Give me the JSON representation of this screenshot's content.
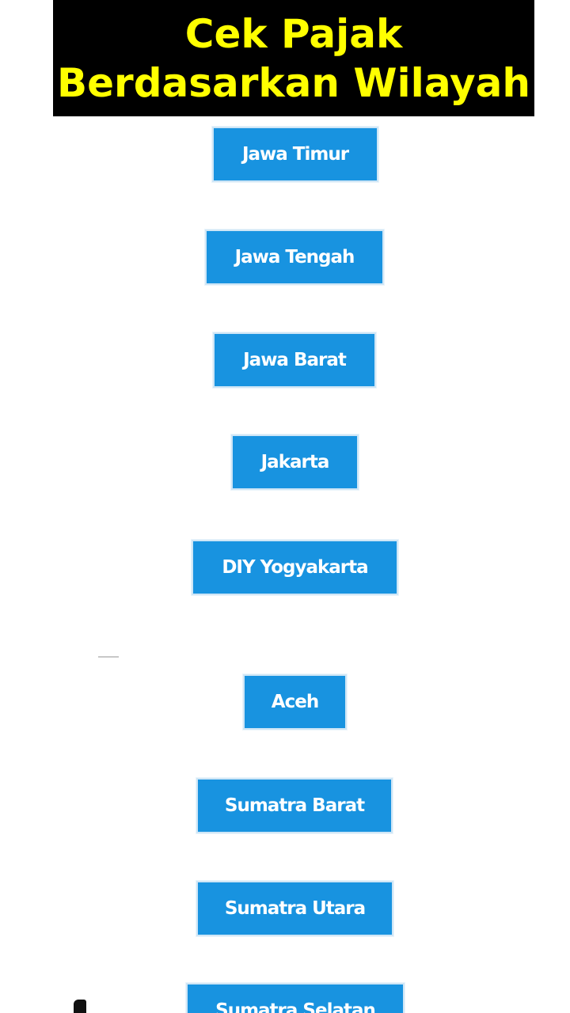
{
  "banner": {
    "title": "Cek Pajak Berdasarkan Wilayah",
    "background": "#000000",
    "text_color": "#ffff00"
  },
  "regions": [
    {
      "label": "Jawa Timur"
    },
    {
      "label": "Jawa Tengah"
    },
    {
      "label": "Jawa Barat"
    },
    {
      "label": "Jakarta"
    },
    {
      "label": "DIY Yogyakarta"
    },
    {
      "label": "Aceh"
    },
    {
      "label": "Sumatra Barat"
    },
    {
      "label": "Sumatra Utara"
    },
    {
      "label": "Sumatra Selatan"
    }
  ],
  "colors": {
    "button_background": "#1893e0",
    "button_text": "#ffffff"
  }
}
